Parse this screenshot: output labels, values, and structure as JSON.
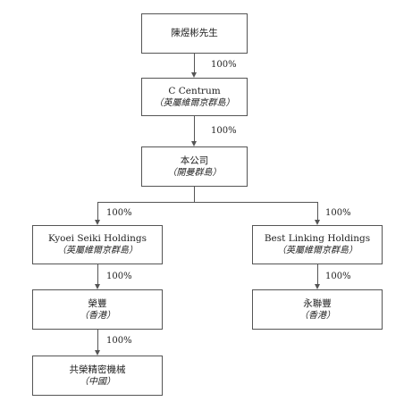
{
  "owner": {
    "name": "陳煜彬先生"
  },
  "parent": {
    "name": "C Centrum",
    "jurisdiction": "（英屬維爾京群島）"
  },
  "company": {
    "name": "本公司",
    "jurisdiction": "（開曼群島）"
  },
  "kyoei": {
    "name": "Kyoei Seiki Holdings",
    "jurisdiction": "（英屬維爾京群島）"
  },
  "best": {
    "name": "Best Linking Holdings",
    "jurisdiction": "（英屬維爾京群島）"
  },
  "rongfeng": {
    "name": "榮豐",
    "jurisdiction": "（香港）"
  },
  "yonglianfeng": {
    "name": "永聯豐",
    "jurisdiction": "（香港）"
  },
  "gongrong": {
    "name": "共榮精密機械",
    "jurisdiction": "（中國）"
  },
  "pct": {
    "owner_parent": "100%",
    "parent_company": "100%",
    "company_kyoei": "100%",
    "company_best": "100%",
    "kyoei_rongfeng": "100%",
    "best_yonglianfeng": "100%",
    "rongfeng_gongrong": "100%"
  }
}
